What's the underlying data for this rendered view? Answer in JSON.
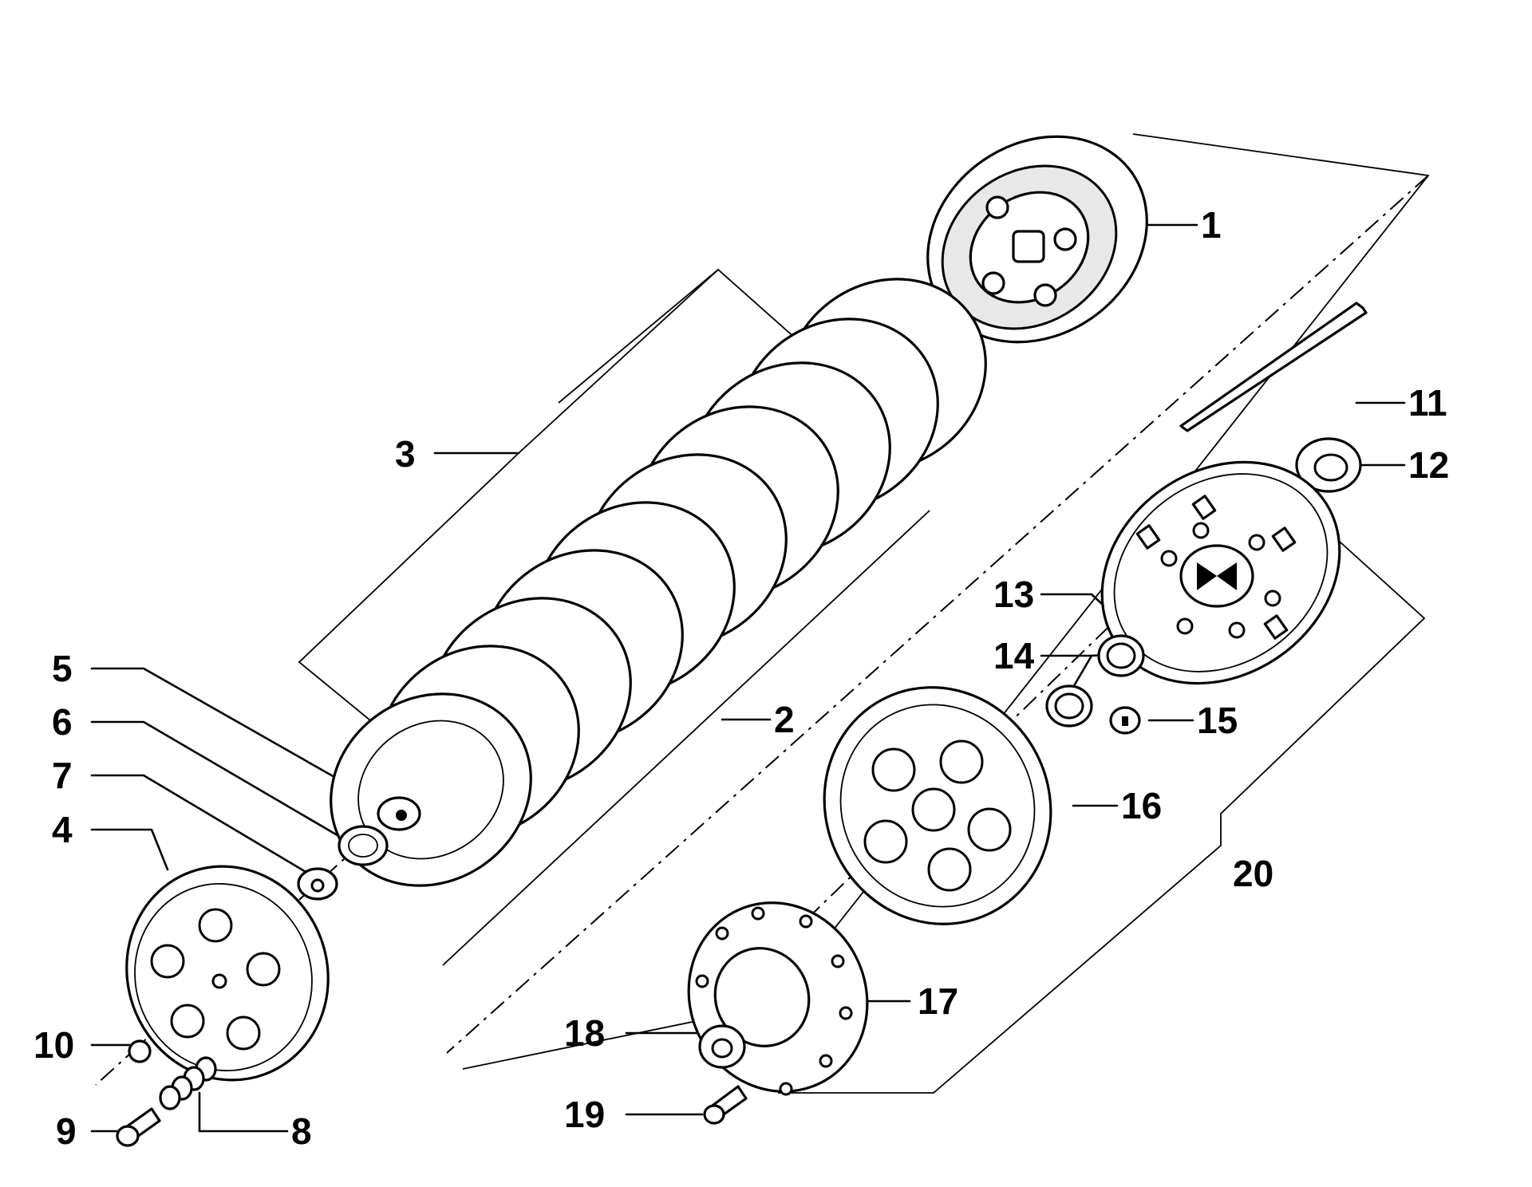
{
  "diagram": {
    "type": "exploded-parts-view",
    "callouts": [
      {
        "id": "1",
        "label": "1"
      },
      {
        "id": "2",
        "label": "2"
      },
      {
        "id": "3",
        "label": "3"
      },
      {
        "id": "4",
        "label": "4"
      },
      {
        "id": "5",
        "label": "5"
      },
      {
        "id": "6",
        "label": "6"
      },
      {
        "id": "7",
        "label": "7"
      },
      {
        "id": "8",
        "label": "8"
      },
      {
        "id": "9",
        "label": "9"
      },
      {
        "id": "10",
        "label": "10"
      },
      {
        "id": "11",
        "label": "11"
      },
      {
        "id": "12",
        "label": "12"
      },
      {
        "id": "13",
        "label": "13"
      },
      {
        "id": "14",
        "label": "14"
      },
      {
        "id": "15",
        "label": "15"
      },
      {
        "id": "16",
        "label": "16"
      },
      {
        "id": "17",
        "label": "17"
      },
      {
        "id": "18",
        "label": "18"
      },
      {
        "id": "19",
        "label": "19"
      },
      {
        "id": "20",
        "label": "20"
      }
    ]
  }
}
